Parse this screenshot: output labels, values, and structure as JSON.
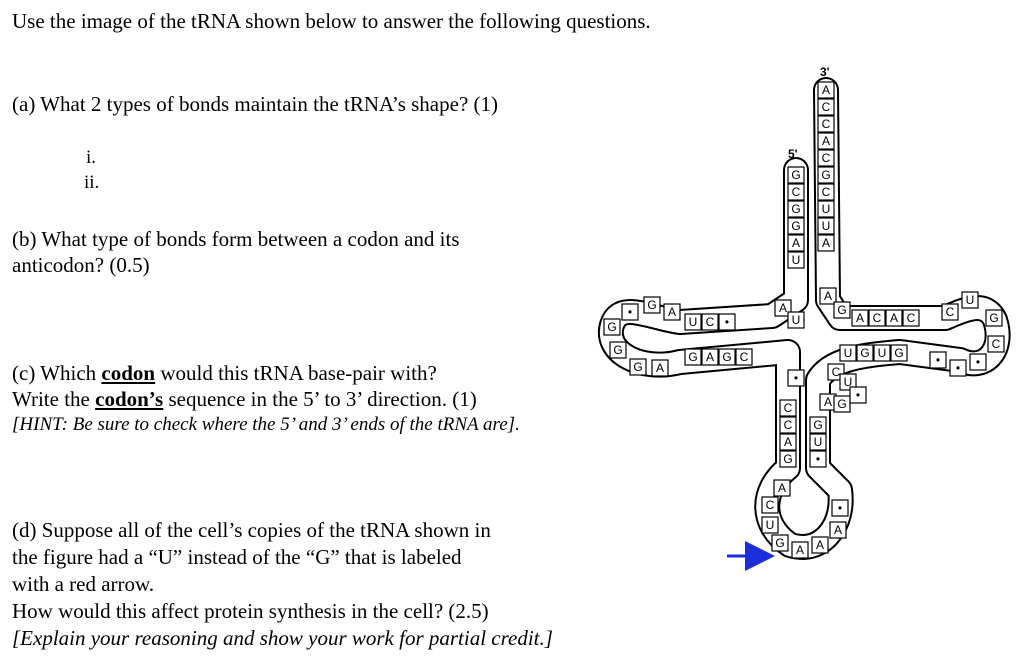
{
  "header": {
    "instruction": "Use the image of the tRNA shown below to answer the following questions."
  },
  "questions": {
    "a": {
      "text": "(a) What 2 types of bonds maintain the tRNA’s shape? (1)",
      "items": [
        "i.",
        "ii."
      ]
    },
    "b": {
      "line1": "(b) What type of bonds form between a codon and its",
      "line2": "anticodon? (0.5)"
    },
    "c": {
      "line1_a": "(c) Which ",
      "line1_b": "codon",
      "line1_c": " would this tRNA base-pair with?",
      "line2_a": "Write the ",
      "line2_b": "codon’s",
      "line2_c": " sequence in the 5’ to 3’ direction. (1)",
      "hint": "[HINT: Be sure to check where the 5’ and 3’ ends of the tRNA are]."
    },
    "d": {
      "line1": "(d) Suppose all of the cell’s copies of the tRNA shown in",
      "line2": "the figure had a “U” instead of the “G” that is labeled",
      "line3": "with a red arrow.",
      "line4": "How would this affect protein synthesis in the cell? (2.5)",
      "line5": "[Explain your reasoning and show your work for partial credit.]"
    }
  },
  "figure": {
    "end5": "5'",
    "end3": "3'",
    "acceptor_5": [
      "G",
      "C",
      "G",
      "G",
      "A",
      "U"
    ],
    "acceptor_3": [
      "A",
      "C",
      "C",
      "A",
      "C",
      "G",
      "C",
      "U",
      "U",
      "A"
    ],
    "d_arm_top": [
      "U",
      "C",
      "•"
    ],
    "d_arm_bottom": [
      "G",
      "A",
      "G",
      "C"
    ],
    "d_loop": [
      "A",
      "G",
      "•",
      "G",
      "G",
      "G",
      "A"
    ],
    "t_arm_top": [
      "A",
      "C",
      "A",
      "C"
    ],
    "t_arm_bottom": [
      "U",
      "G",
      "U",
      "G"
    ],
    "t_loop": [
      "C",
      "U",
      "G",
      "C",
      "•",
      "•",
      "•"
    ],
    "anticodon_stem_left": [
      "C",
      "C",
      "A",
      "G"
    ],
    "anticodon_stem_right": [
      "G",
      "U",
      "•"
    ],
    "anticodon_loop": [
      "A",
      "C",
      "U",
      "G",
      "A",
      "A",
      "A",
      "•"
    ],
    "variable": [
      "C",
      "U",
      "A",
      "G",
      "•"
    ],
    "junction": [
      "A",
      "U",
      "A",
      "G",
      "•"
    ],
    "colors": {
      "arrow": "#1a2ee0"
    }
  }
}
